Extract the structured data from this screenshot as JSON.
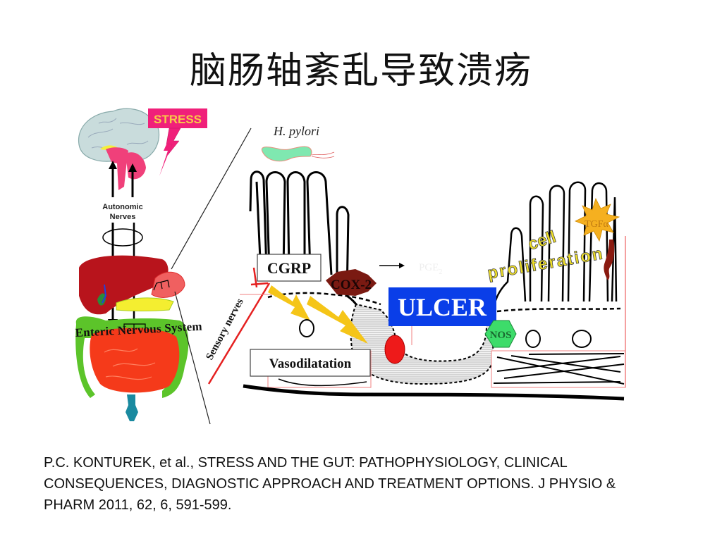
{
  "slide": {
    "title": "脑肠轴紊乱导致溃疡",
    "citation_lines": [
      "P.C. KONTUREK, et al., STRESS AND THE GUT: PATHOPHYSIOLOGY, CLINICAL",
      "CONSEQUENCES, DIAGNOSTIC APPROACH AND TREATMENT OPTIONS. J PHYSIO &",
      "PHARM  2011, 62, 6, 591-599."
    ]
  },
  "diagram": {
    "left_panel": {
      "stress_label": "STRESS",
      "autonomic_label_line1": "Autonomic",
      "autonomic_label_line2": "Nerves",
      "enteric_label": "Enteric Nervous System"
    },
    "right_panel": {
      "hpylori_label": "H. pylori",
      "sensory_nerve_label": "Sensory nerves",
      "cgrp_label": "CGRP",
      "cox2_label": "COX-2",
      "pge2_label": "PGE",
      "pge2_sub": "2",
      "ulcer_label": "ULCER",
      "nos_label": "NOS",
      "tgf_label": "TGFα",
      "cell_label": "cell",
      "proliferation_label": "proliferation",
      "vasodilatation_label": "Vasodilatation"
    },
    "colors": {
      "stress_box": "#f0207a",
      "stress_text": "#f7c948",
      "ulcer_box": "#0a3ee8",
      "cox2": "#7a1a12",
      "nos": "#3ddc6a",
      "tgf_star": "#f5b020",
      "yellow_arrow": "#f5c518",
      "sensory_nerve": "#e52020",
      "hpylori_fill": "#7fe8b0"
    }
  }
}
